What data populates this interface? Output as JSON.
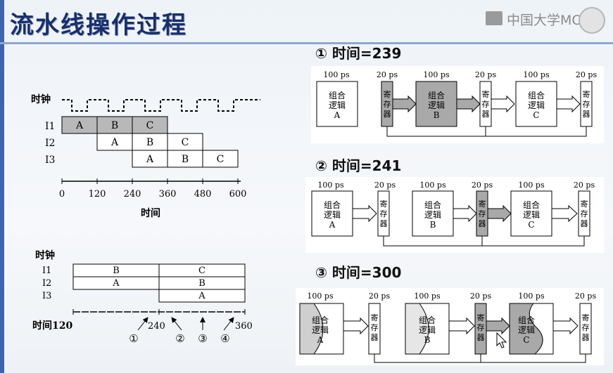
{
  "slide_title": "流水线操作过程",
  "watermark": "中国大学MOOC",
  "timing": {
    "clock_label": "时钟",
    "rows": [
      {
        "label": "I1",
        "cells": [
          "A",
          "B",
          "C"
        ]
      },
      {
        "label": "I2",
        "cells": [
          "A",
          "B",
          "C"
        ]
      },
      {
        "label": "I3",
        "cells": [
          "A",
          "B",
          "C"
        ]
      }
    ],
    "ticks": [
      "0",
      "120",
      "240",
      "360",
      "480",
      "600"
    ],
    "axis_label": "时间"
  },
  "zoom": {
    "clock_label": "时钟",
    "rows": [
      {
        "label": "I1",
        "cells": [
          "B",
          "C"
        ]
      },
      {
        "label": "I2",
        "cells": [
          "A",
          "B"
        ]
      },
      {
        "label": "I3",
        "cells": [
          "",
          "A"
        ]
      }
    ],
    "time_label": "时间120",
    "tick_240": "240",
    "tick_360": "360",
    "markers": [
      "①",
      "②",
      "③",
      "④"
    ]
  },
  "stages": {
    "combo_line1": "组合",
    "combo_line2": "逻辑",
    "reg_text": [
      "寄",
      "存",
      "器"
    ],
    "delay_logic": "100 ps",
    "delay_reg": "20 ps",
    "stage_names": [
      "A",
      "B",
      "C"
    ]
  },
  "panels": [
    {
      "heading": "① 时间=239"
    },
    {
      "heading": "② 时间=241"
    },
    {
      "heading": "③ 时间=300"
    }
  ]
}
